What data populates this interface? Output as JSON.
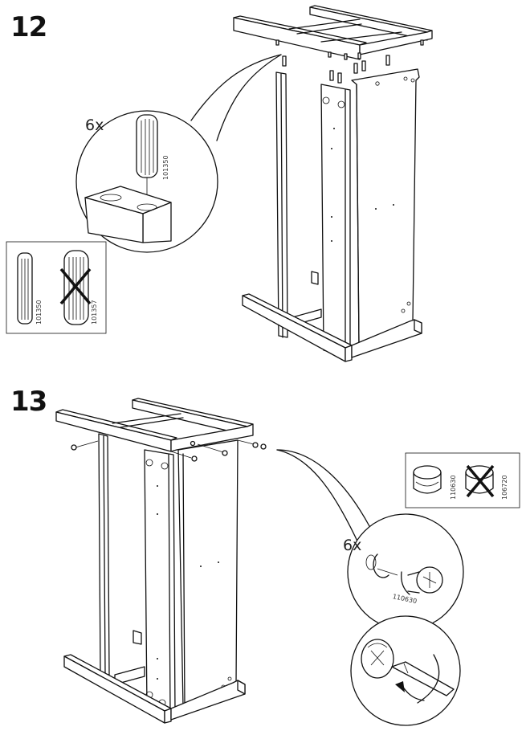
{
  "document": {
    "type": "assembly-instructions",
    "steps": [
      {
        "number": "12",
        "callout": {
          "quantity": "6x",
          "part_number": "101350",
          "part": "wooden-dowel"
        },
        "comparison": {
          "correct": {
            "part_number": "101350",
            "part": "wooden-dowel-short"
          },
          "incorrect": {
            "part_number": "101357",
            "part": "wooden-dowel-thick",
            "marked": "X"
          }
        }
      },
      {
        "number": "13",
        "comparison": {
          "correct": {
            "part_number": "110630",
            "part": "cam-lock-nut"
          },
          "incorrect": {
            "part_number": "106720",
            "part": "cam-lock-nut-alt",
            "marked": "X"
          }
        },
        "callout": {
          "quantity": "6x",
          "part_number": "110630",
          "part": "cam-lock-nut"
        },
        "tool_callout": {
          "tool": "flat-screwdriver",
          "action": "rotate-clockwise",
          "symbols": [
            "+",
            "-"
          ]
        }
      }
    ]
  }
}
